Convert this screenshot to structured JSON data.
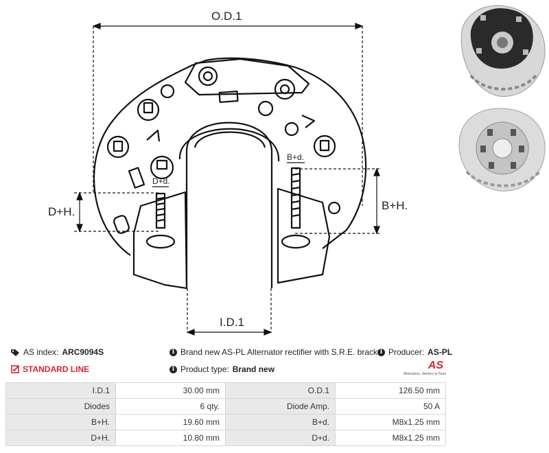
{
  "dimensions": {
    "od": "O.D.1",
    "id": "I.D.1",
    "bh": "B+H.",
    "dh": "D+H.",
    "bd": "B+d.",
    "dd": "D+d."
  },
  "info": {
    "as_index_label": "AS index:",
    "as_index_value": "ARC9094S",
    "description": "Brand new AS-PL Alternator rectifier with S.R.E. bracket",
    "producer_label": "Producer:",
    "producer_value": "AS-PL",
    "standard_line": "STANDARD LINE",
    "product_type_label": "Product type:",
    "product_type_value": "Brand new",
    "logo_text": "AS",
    "logo_caption": "Alternators, Starters & Parts"
  },
  "specs": [
    {
      "label1": "I.D.1",
      "value1": "30.00 mm",
      "label2": "O.D.1",
      "value2": "126.50 mm"
    },
    {
      "label1": "Diodes",
      "value1": "6 qty.",
      "label2": "Diode Amp.",
      "value2": "50 A"
    },
    {
      "label1": "B+H.",
      "value1": "19.60 mm",
      "label2": "B+d.",
      "value2": "M8x1.25 mm"
    },
    {
      "label1": "D+H.",
      "value1": "10.80 mm",
      "label2": "D+d.",
      "value2": "M8x1.25 mm"
    }
  ],
  "icons": {
    "tag": "tag-icon",
    "info": "info-icon",
    "check": "checkbox-icon"
  },
  "colors": {
    "accent": "#d9232d",
    "label_bg": "#e9e9e9",
    "border": "#d6d6d6"
  }
}
